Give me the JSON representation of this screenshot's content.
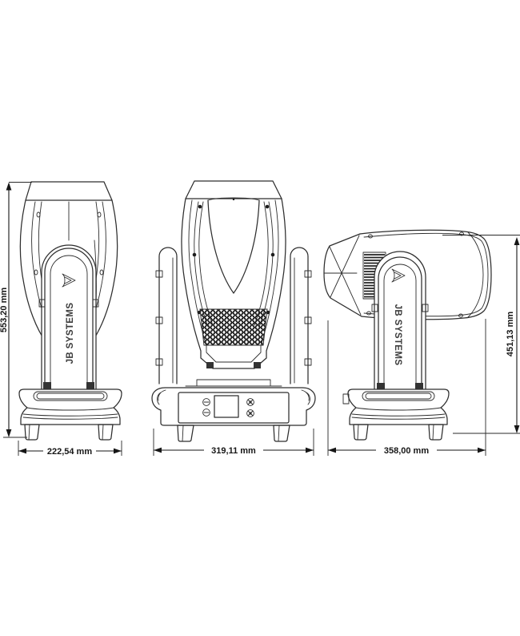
{
  "drawing": {
    "brand_label": "JB SYSTEMS",
    "colors": {
      "background": "#ffffff",
      "line": "#2e2e2e",
      "dimension": "#161616"
    },
    "views": {
      "side_left": {
        "height": "553,20 mm",
        "width": "222,54 mm"
      },
      "front": {
        "width": "319,11 mm"
      },
      "side_right": {
        "height": "451,13 mm",
        "width": "358,00 mm"
      }
    }
  }
}
